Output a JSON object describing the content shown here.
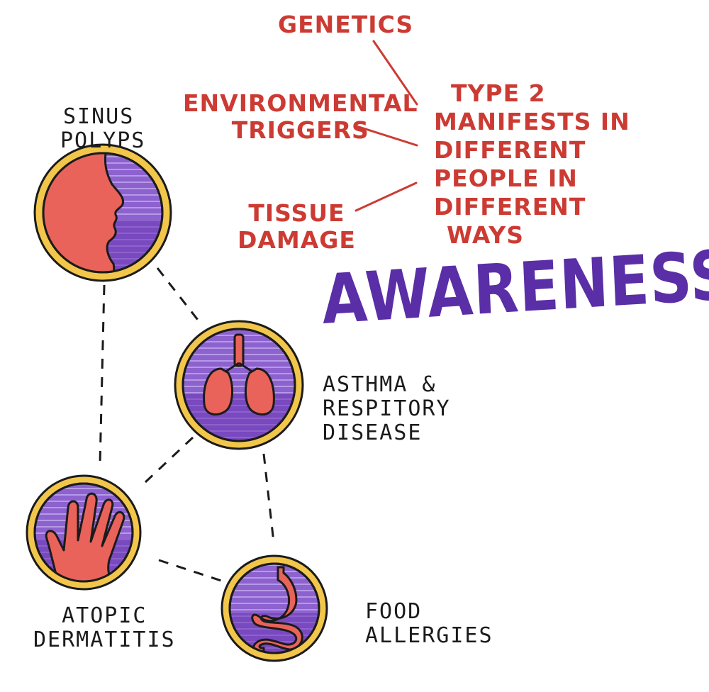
{
  "title": "AWARENESS",
  "statement": [
    "TYPE 2",
    "MANIFESTS IN",
    "DIFFERENT",
    "PEOPLE IN",
    "DIFFERENT",
    "WAYS"
  ],
  "factors": {
    "genetics": [
      "GENETICS"
    ],
    "environmental": [
      "ENVIRONMENTAL",
      "TRIGGERS"
    ],
    "tissue": [
      "TISSUE",
      "DAMAGE"
    ]
  },
  "conditions": {
    "sinus": [
      "SINUS",
      "POLYPS"
    ],
    "asthma": [
      "ASTHMA &",
      "RESPITORY",
      "DISEASE"
    ],
    "atopic": [
      "ATOPIC",
      "DERMATITIS"
    ],
    "food": [
      "FOOD",
      "ALLERGIES"
    ]
  },
  "colors": {
    "red_text": "#cc3b33",
    "title": "#5a2ea6",
    "ring": "#f2c64a",
    "purple_fill": "#7a4cc0",
    "organ": "#e9635a"
  },
  "icons": [
    "face-profile-icon",
    "lungs-icon",
    "hand-icon",
    "stomach-icon"
  ]
}
